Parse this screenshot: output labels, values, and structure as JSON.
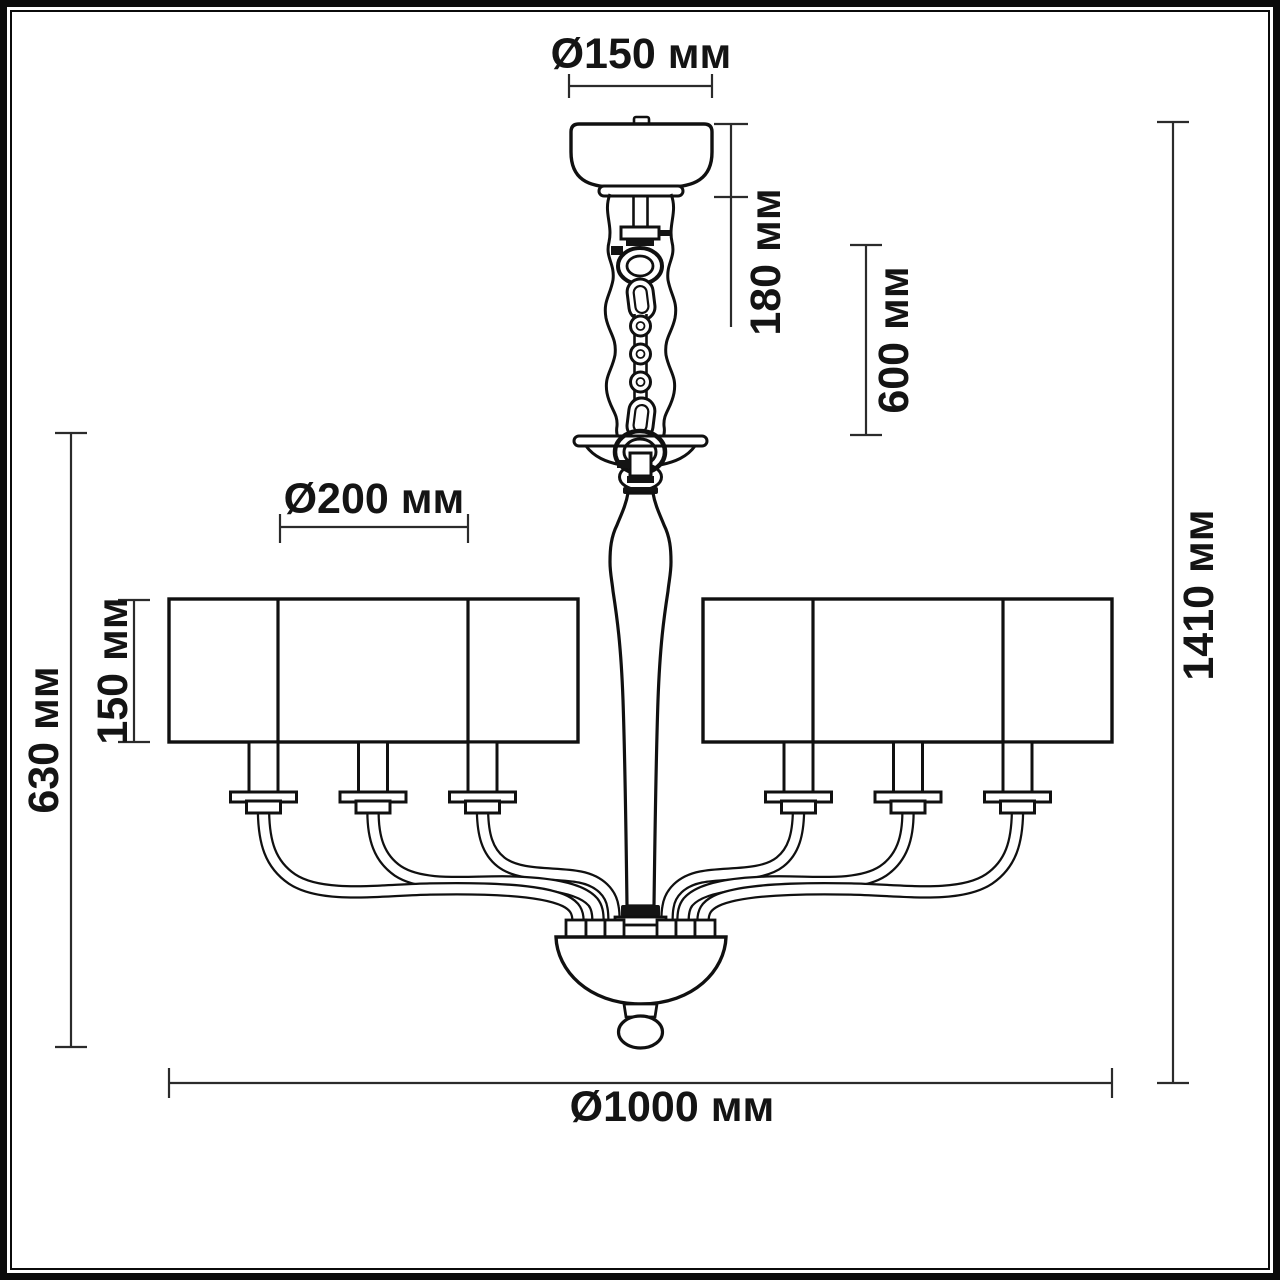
{
  "diagram": {
    "title": "Chandelier dimension drawing",
    "unit": "мм",
    "labels": {
      "canopy_diameter": "Ø150 мм",
      "canopy_height": "180 мм",
      "suspension_length": "600 мм",
      "shade_diameter": "Ø200 мм",
      "shade_height": "150 мм",
      "fixture_height": "630 мм",
      "overall_height": "1410 мм",
      "overall_diameter": "Ø1000 мм"
    },
    "values_mm": {
      "canopy_diameter": 150,
      "canopy_height": 180,
      "suspension_length": 600,
      "shade_diameter": 200,
      "shade_height": 150,
      "fixture_height": 630,
      "overall_height": 1410,
      "overall_diameter": 1000
    },
    "structure": {
      "shade_count": 6,
      "arm_count": 6
    },
    "colors": {
      "line": "#101010",
      "dimension_line": "#2b2b2b",
      "background": "#ffffff"
    }
  }
}
